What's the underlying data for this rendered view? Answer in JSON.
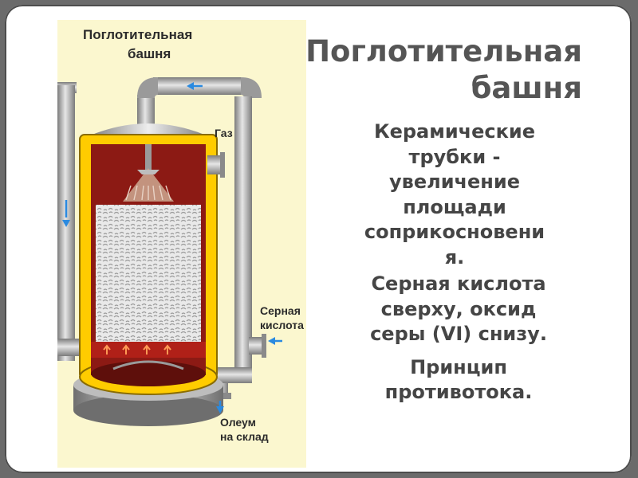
{
  "slide": {
    "title_lines": [
      "Поглотительная",
      "башня"
    ],
    "bullets": [
      [
        "Керамические",
        "трубки -",
        "увеличение",
        "площади",
        "соприкосновени",
        "я."
      ],
      [
        "Серная кислота",
        "сверху, оксид",
        "серы (VI) снизу."
      ],
      [
        "Принцип",
        "противотока."
      ]
    ]
  },
  "diagram": {
    "title_lines": [
      "Поглотительная",
      "башня"
    ],
    "labels": {
      "gas": "Газ",
      "acid_lines": [
        "Серная",
        "кислота"
      ],
      "oleum_lines": [
        "Олеум",
        "на склад"
      ]
    },
    "colors": {
      "background": "#fbf7cf",
      "shell": "#ffcc00",
      "interior": "#8c1a14",
      "pipe": "#a9a9a9",
      "arrow": "#2a8ae0"
    }
  }
}
